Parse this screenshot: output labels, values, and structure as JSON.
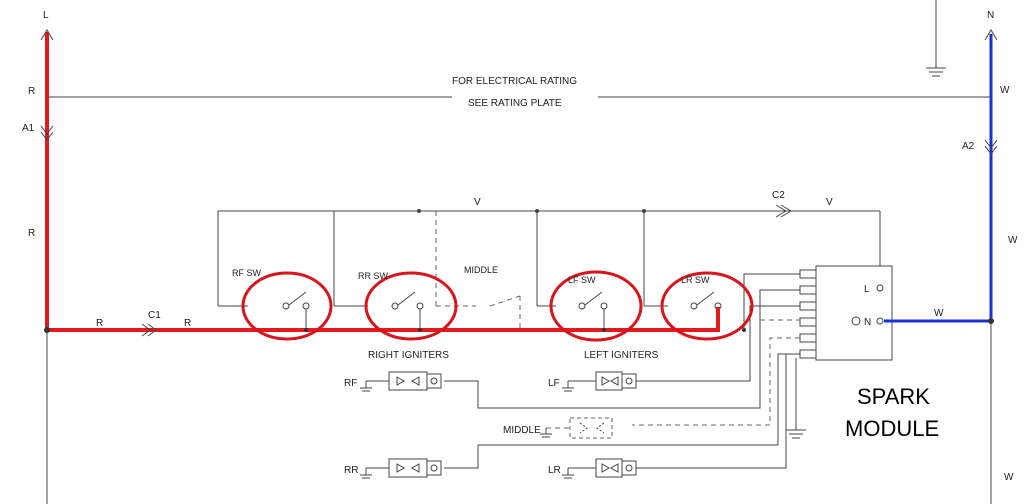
{
  "colors": {
    "hot": "#e01b1b",
    "neutral": "#1a2fd6",
    "highlight": "#d8141c",
    "line": "#444444"
  },
  "labels": {
    "L": "L",
    "N": "N",
    "R_top": "R",
    "A1": "A1",
    "R_mid": "R",
    "W_top": "W",
    "A2": "A2",
    "W_mid": "W",
    "W_bottom": "W",
    "rating_1": "FOR ELECTRICAL RATING",
    "rating_2": "SEE RATING PLATE",
    "V_left": "V",
    "C2": "C2",
    "V_right": "V",
    "RF_SW": "RF SW",
    "RR_SW": "RR SW",
    "MIDDLE_top": "MIDDLE",
    "LF_SW": "LF SW",
    "LR_SW": "LR SW",
    "R_bus_1": "R",
    "C1": "C1",
    "R_bus_2": "R",
    "right_igniters": "RIGHT IGNITERS",
    "left_igniters": "LEFT IGNITERS",
    "RF": "RF",
    "LF": "LF",
    "MIDDLE_bottom": "MIDDLE",
    "RR": "RR",
    "LR": "LR",
    "module_L": "L",
    "module_N": "N",
    "W_module": "W",
    "spark_1": "SPARK",
    "spark_2": "MODULE"
  }
}
